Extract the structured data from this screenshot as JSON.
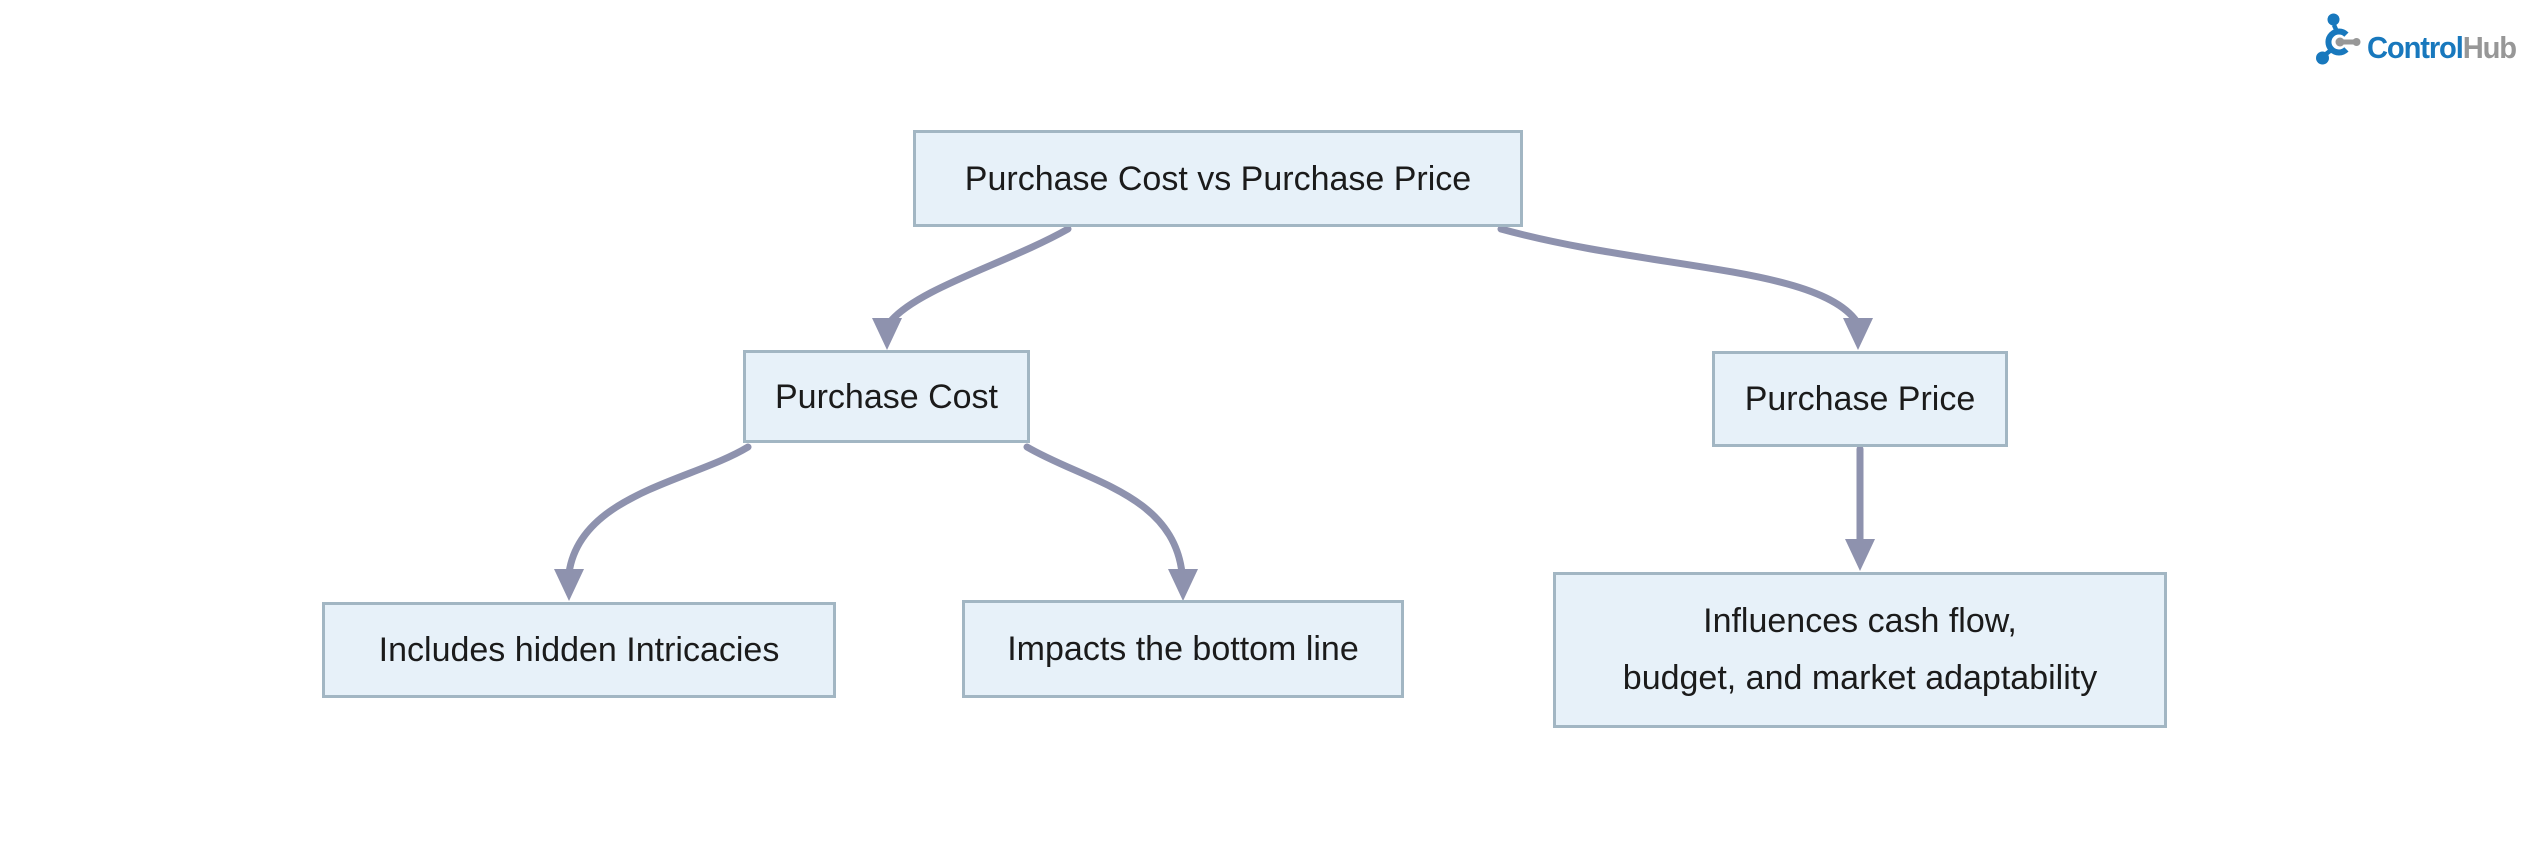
{
  "header": {
    "logo": {
      "icon": "hub-network-icon",
      "text_primary": "Control",
      "text_secondary": "Hub"
    }
  },
  "diagram": {
    "type": "flowchart-top-down",
    "nodes": {
      "root": {
        "label": "Purchase Cost vs Purchase Price"
      },
      "cost": {
        "label": "Purchase Cost"
      },
      "price": {
        "label": "Purchase Price"
      },
      "cost_detail_1": {
        "label": "Includes hidden Intricacies"
      },
      "cost_detail_2": {
        "label": "Impacts the bottom line"
      },
      "price_detail_1": {
        "label_line1": "Influences cash flow,",
        "label_line2": "budget, and market adaptability"
      }
    },
    "edges": [
      {
        "from": "root",
        "to": "cost"
      },
      {
        "from": "root",
        "to": "price"
      },
      {
        "from": "cost",
        "to": "cost_detail_1"
      },
      {
        "from": "cost",
        "to": "cost_detail_2"
      },
      {
        "from": "price",
        "to": "price_detail_1"
      }
    ],
    "colors": {
      "node_fill": "#e7f1f9",
      "node_border": "#a2b6c3",
      "edge": "#8e92ae",
      "text": "#1b1b1b",
      "logo_blue": "#1878bd",
      "logo_gray": "#979797"
    }
  }
}
